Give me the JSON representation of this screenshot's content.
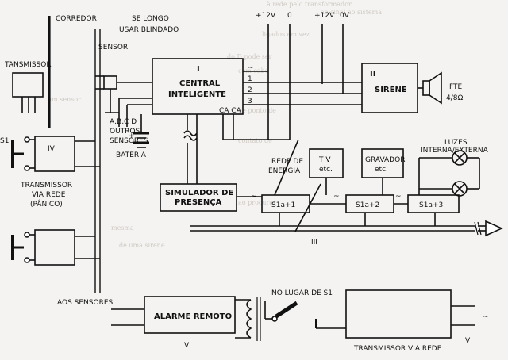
{
  "diagram": {
    "labels": {
      "transmissor": "TANSMISSOR",
      "corredor": "CORREDOR",
      "se_longo": "SE LONGO",
      "usar_blindado": "USAR BLINDADO",
      "sensor": "SENSOR",
      "v12_1": "+12V",
      "zero_1": "0",
      "v12_2": "+12V",
      "zero_v": "0V",
      "central_roman": "I",
      "central_line1": "CENTRAL",
      "central_line2": "INTELIGENTE",
      "sirene_roman": "II",
      "sirene": "SIRENE",
      "fte_1": "FTE",
      "fte_2": "4/8Ω",
      "terminal_1": "1",
      "terminal_2": "2",
      "terminal_3": "3",
      "tilde_1": "~",
      "ca_ca": "CA CA",
      "abcd_1": "A,B,C D",
      "abcd_2": "OUTROS",
      "abcd_3": "SENSORES",
      "bateria": "BATERIA",
      "plus_sign": "+",
      "rede_1": "REDE DE",
      "rede_2": "ENERGIA",
      "tv_1": "T V",
      "tv_2": "etc.",
      "grav_1": "GRAVADOR",
      "grav_2": "etc.",
      "luzes_1": "LUZES",
      "luzes_2": "INTERNA/EXTERNA",
      "s1": "S1",
      "iv": "IV",
      "tx_via_1": "TRANSMISSOR",
      "tx_via_2": "VIA  REDE",
      "tx_via_3": "(PÂNICO)",
      "sim_1": "SIMULADOR DE",
      "sim_2": "PRESENÇA",
      "s1a1": "S1a+1",
      "s1a2": "S1a+2",
      "s1a3": "S1a+3",
      "iii": "III",
      "aos_sensores": "AOS  SENSORES",
      "alarme": "ALARME REMOTO",
      "v_roman": "V",
      "no_lugar": "NO LUGAR DE S1",
      "transmissor_rede": "TRANSMISSOR VIA REDE",
      "vi_roman": "VI",
      "tilde": "~"
    },
    "background_text_fragments": [
      "à rede pelo transformador",
      "ao sinal ao sistema",
      "ligados em vez",
      "do D pode ser",
      "com cabo",
      "de ponto de",
      "contato de",
      "um sensor",
      "mesma",
      "ao procurar",
      "de uma sirene"
    ]
  }
}
